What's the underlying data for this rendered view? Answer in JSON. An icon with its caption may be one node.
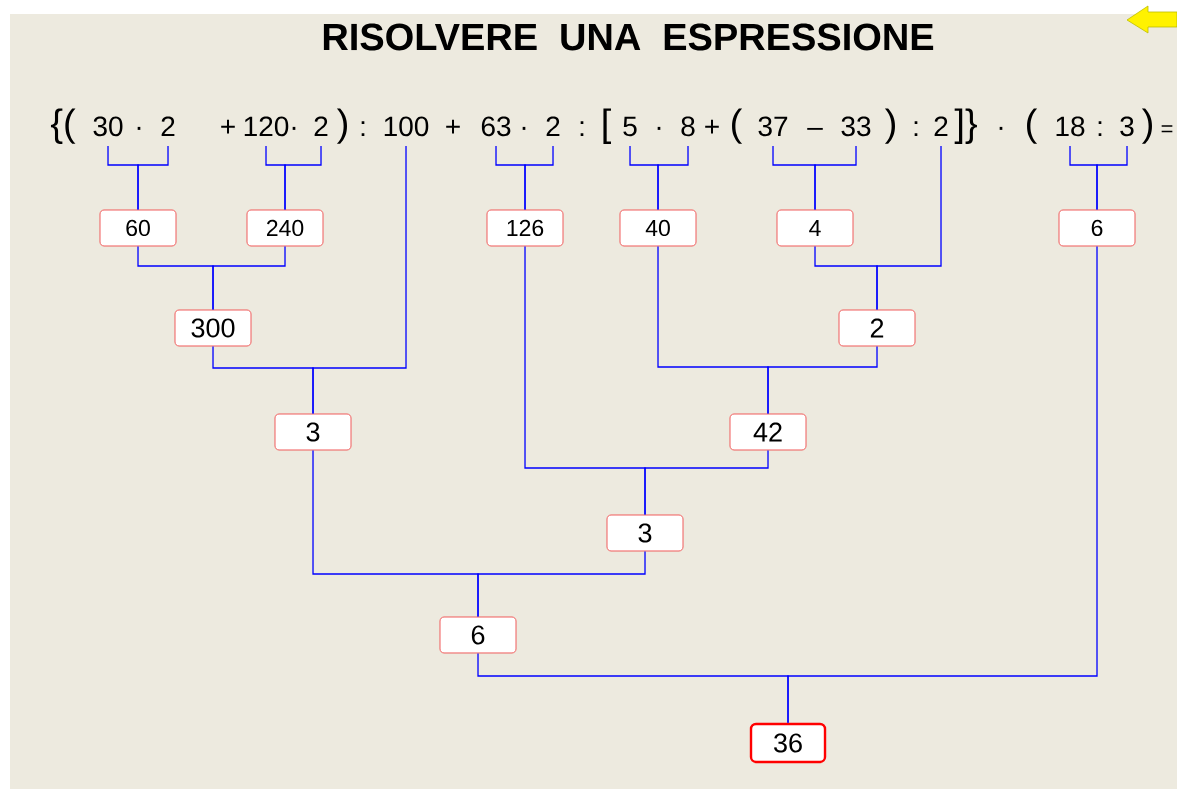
{
  "diagram": {
    "title": "RISOLVERE  UNA  ESPRESSIONE",
    "nodes": [
      {
        "text": [
          "30"
        ]
      },
      {
        "text": [
          "2"
        ]
      },
      {
        "text": [
          "120"
        ]
      },
      {
        "text": [
          "2"
        ]
      },
      {
        "text": [
          "100"
        ]
      },
      {
        "text": [
          "63"
        ]
      },
      {
        "text": [
          "2"
        ]
      },
      {
        "text": [
          "5"
        ]
      },
      {
        "text": [
          "8"
        ]
      },
      {
        "text": [
          "37"
        ]
      },
      {
        "text": [
          "33"
        ]
      },
      {
        "text": [
          "2"
        ]
      },
      {
        "text": [
          "18"
        ]
      },
      {
        "text": [
          "3"
        ]
      },
      {
        "text": [
          "60"
        ]
      },
      {
        "text": [
          "240"
        ]
      },
      {
        "text": [
          "126"
        ]
      },
      {
        "text": [
          "40"
        ]
      },
      {
        "text": [
          "4"
        ]
      },
      {
        "text": [
          "6"
        ]
      },
      {
        "text": [
          "300"
        ]
      },
      {
        "text": [
          "2"
        ]
      },
      {
        "text": [
          "3"
        ]
      },
      {
        "text": [
          "42"
        ]
      },
      {
        "text": [
          "3"
        ]
      },
      {
        "text": [
          "6"
        ]
      },
      {
        "text": [
          "36"
        ]
      }
    ],
    "edges": [
      {
        "from": 0,
        "to": 14,
        "arrow": "none"
      },
      {
        "from": 1,
        "to": 14,
        "arrow": "none"
      },
      {
        "from": 2,
        "to": 15,
        "arrow": "none"
      },
      {
        "from": 3,
        "to": 15,
        "arrow": "none"
      },
      {
        "from": 5,
        "to": 16,
        "arrow": "none"
      },
      {
        "from": 6,
        "to": 16,
        "arrow": "none"
      },
      {
        "from": 7,
        "to": 17,
        "arrow": "none"
      },
      {
        "from": 8,
        "to": 17,
        "arrow": "none"
      },
      {
        "from": 9,
        "to": 18,
        "arrow": "none"
      },
      {
        "from": 10,
        "to": 18,
        "arrow": "none"
      },
      {
        "from": 12,
        "to": 19,
        "arrow": "none"
      },
      {
        "from": 13,
        "to": 19,
        "arrow": "none"
      },
      {
        "from": 14,
        "to": 20,
        "arrow": "none"
      },
      {
        "from": 15,
        "to": 20,
        "arrow": "none"
      },
      {
        "from": 18,
        "to": 21,
        "arrow": "none"
      },
      {
        "from": 11,
        "to": 21,
        "arrow": "none"
      },
      {
        "from": 20,
        "to": 22,
        "arrow": "none"
      },
      {
        "from": 4,
        "to": 22,
        "arrow": "none"
      },
      {
        "from": 17,
        "to": 23,
        "arrow": "none"
      },
      {
        "from": 21,
        "to": 23,
        "arrow": "none"
      },
      {
        "from": 16,
        "to": 24,
        "arrow": "none"
      },
      {
        "from": 23,
        "to": 24,
        "arrow": "none"
      },
      {
        "from": 22,
        "to": 25,
        "arrow": "none"
      },
      {
        "from": 24,
        "to": 25,
        "arrow": "none"
      },
      {
        "from": 25,
        "to": 26,
        "arrow": "none"
      },
      {
        "from": 19,
        "to": 26,
        "arrow": "none"
      }
    ],
    "labels": [
      "{(",
      "·",
      "+",
      "·",
      ")",
      ":",
      "+",
      "·",
      ":",
      "[",
      "·",
      "+",
      "(",
      "–",
      ")",
      ":",
      "]}",
      "·",
      "(",
      ":",
      ")",
      "="
    ]
  }
}
